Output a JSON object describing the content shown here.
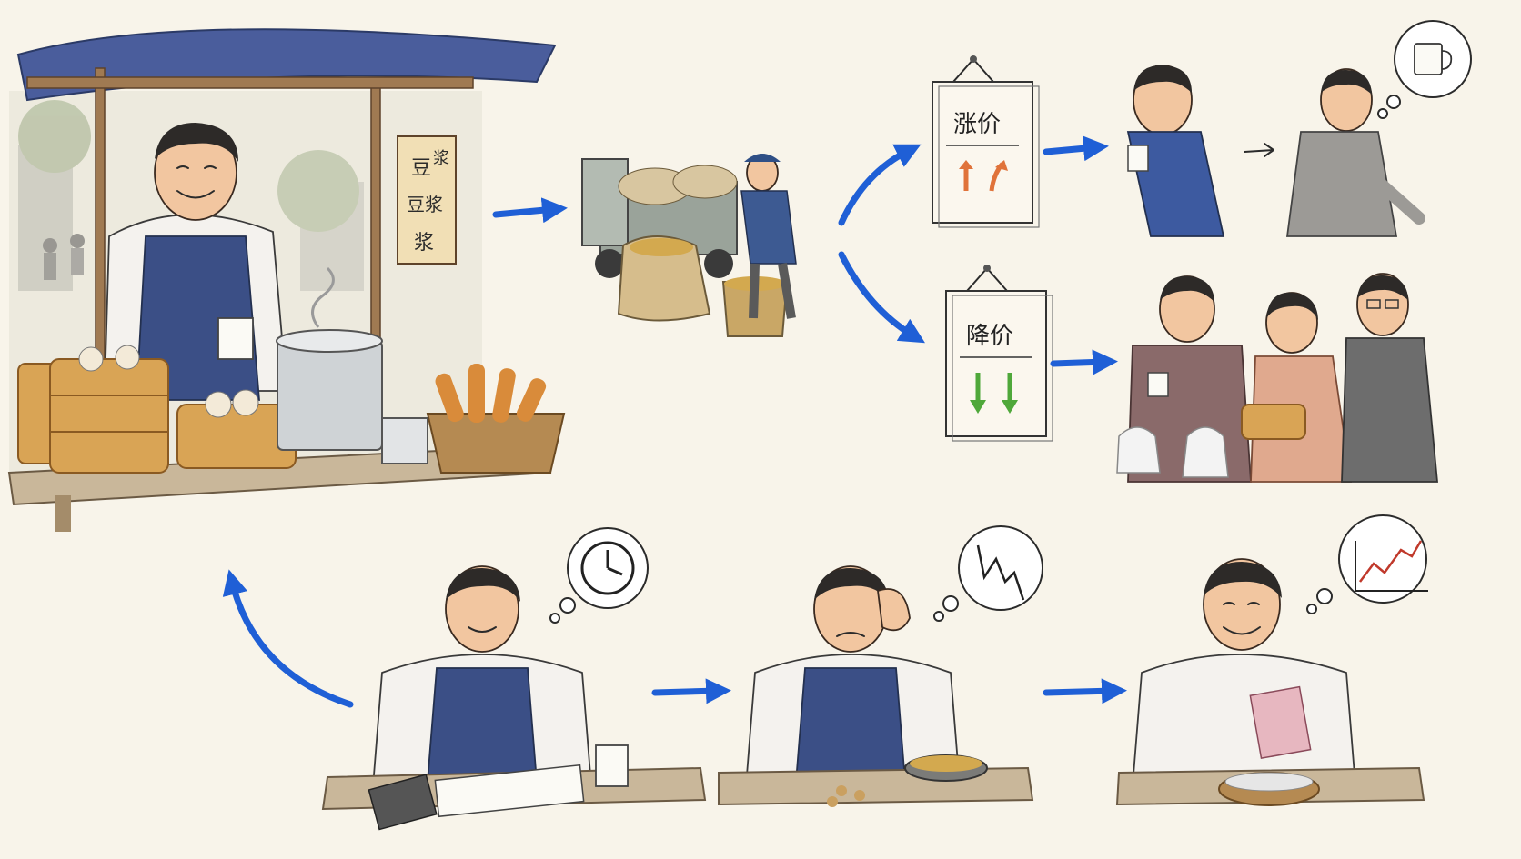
{
  "sign": {
    "col1": "豆",
    "col2": "浆",
    "col3": "豆浆",
    "col4": "浆"
  },
  "price_up_label": "涨价",
  "price_down_label": "降价",
  "colors": {
    "arrow": "#1f5fd6",
    "up_arrow": "#e0733a",
    "down_arrow": "#4fa83a",
    "apron": "#3b4f86",
    "awning": "#4a5d9c"
  },
  "icons": [
    "clock-icon",
    "falling-chart-icon",
    "rising-chart-icon",
    "cup-icon",
    "calculator-icon"
  ]
}
